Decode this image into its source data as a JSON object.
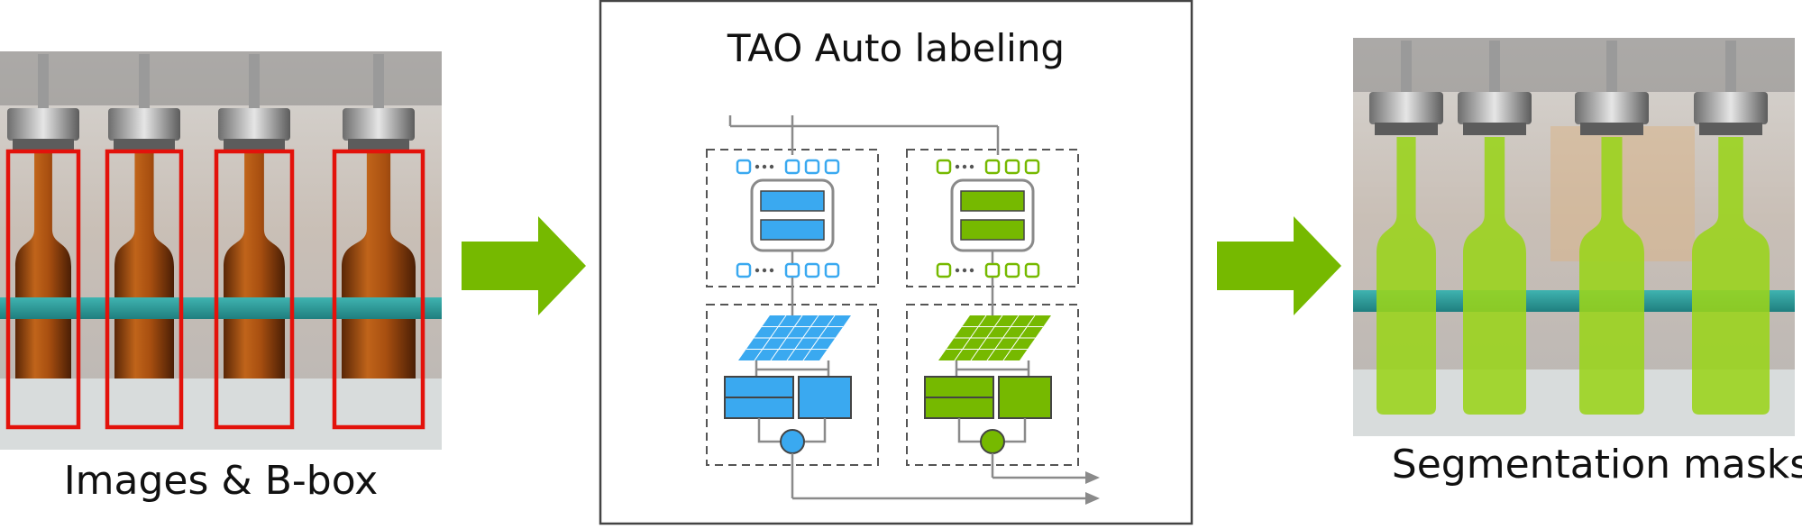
{
  "left_caption": "Images & B-box",
  "center_title": "TAO Auto labeling",
  "right_caption": "Segmentation masks",
  "colors": {
    "arrow": "#76b900",
    "blue": "#3aa9f0",
    "green": "#76b900",
    "box_red": "#e3120b",
    "mask_green": "#9ad41a",
    "line_gray": "#8a8a8a",
    "frame_gray": "#444444"
  },
  "bottle_count": 4
}
